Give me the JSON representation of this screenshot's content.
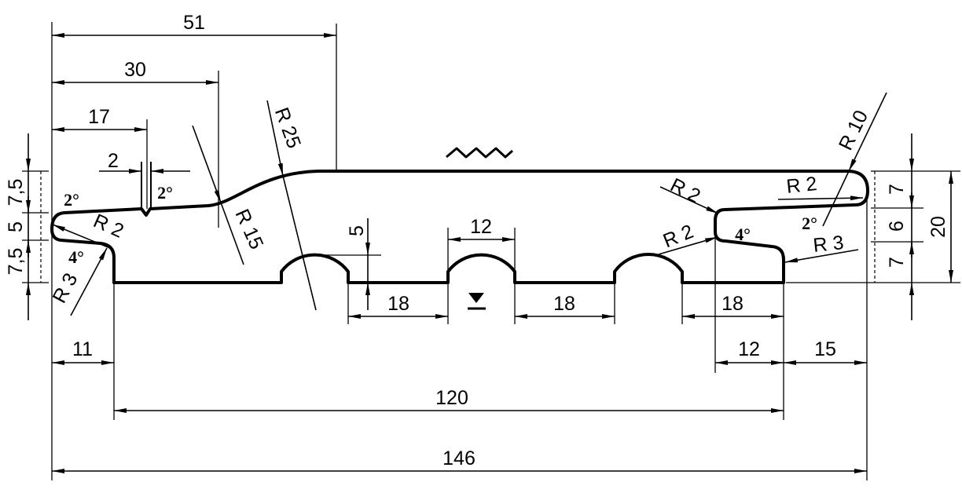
{
  "drawing": {
    "line_color": "#000000",
    "background": "#ffffff"
  },
  "dimensions": {
    "top": {
      "d51": "51",
      "d30": "30",
      "d17": "17",
      "slot_width": "2"
    },
    "left_heights": [
      "7,5",
      "5",
      "7,5"
    ],
    "right_heights": [
      "7",
      "6",
      "7"
    ],
    "right_total_height": "20",
    "groove_width": "12",
    "groove_depth": "5",
    "groove_spacing": [
      "18",
      "18",
      "18"
    ],
    "bottom": {
      "d11": "11",
      "d120": "120",
      "d146": "146",
      "d12": "12",
      "d15": "15"
    }
  },
  "radii": {
    "r25": "R 25",
    "r15": "R 15",
    "r2_left": "R 2",
    "r3_left": "R 3",
    "r2_right_upper": "R 2",
    "r2_right_lower": "R 2",
    "r2_right_tip": "R 2",
    "r10": "R 10",
    "r3_right": "R 3"
  },
  "angles": {
    "slot": "2°",
    "left_upper": "2°",
    "left_lower": "4°",
    "right_upper": "2°",
    "right_lower": "4°"
  },
  "symbols": {
    "surface_finish": "wavy-surface-finish-icon",
    "visible_face": "triangle-visible-face-icon"
  }
}
